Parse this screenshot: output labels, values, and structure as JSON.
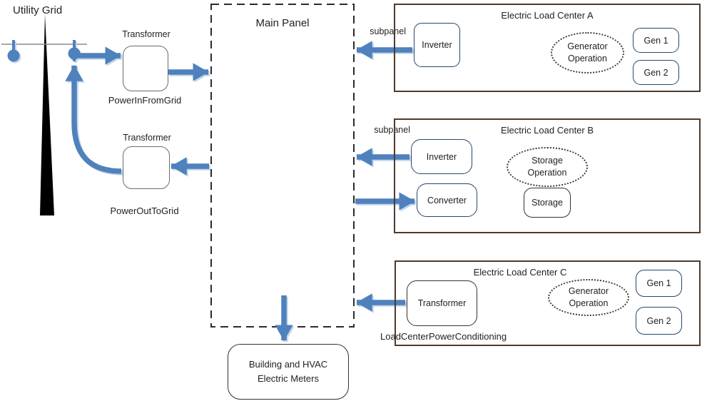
{
  "colors": {
    "arrow_blue": "#4f81bd",
    "arrow_shadow": "#c3d5ea",
    "node_border_navy": "#26476e",
    "frame_border_brown": "#4e3b2d",
    "dashed_border": "#2b2b2b",
    "pole_black": "#000000",
    "crossbar_gray": "#8c8c8c"
  },
  "utility": {
    "label": "Utility Grid"
  },
  "transformer_in": {
    "label": "Transformer",
    "name": "PowerInFromGrid"
  },
  "transformer_out": {
    "label": "Transformer",
    "name": "PowerOutToGrid"
  },
  "main_panel": {
    "label": "Main Panel"
  },
  "building_meters": {
    "line1": "Building and HVAC",
    "line2": "Electric Meters"
  },
  "load_center_a": {
    "title": "Electric Load Center A",
    "subpanel_label": "subpanel",
    "inverter": "Inverter",
    "operation_line1": "Generator",
    "operation_line2": "Operation",
    "gen1": "Gen 1",
    "gen2": "Gen 2"
  },
  "load_center_b": {
    "title": "Electric Load Center B",
    "subpanel_label": "subpanel",
    "inverter": "Inverter",
    "converter": "Converter",
    "operation_line1": "Storage",
    "operation_line2": "Operation",
    "storage": "Storage"
  },
  "load_center_c": {
    "title": "Electric Load Center C",
    "transformer": "Transformer",
    "operation_line1": "Generator",
    "operation_line2": "Operation",
    "gen1": "Gen 1",
    "gen2": "Gen 2",
    "footer": "LoadCenterPowerConditioning"
  }
}
